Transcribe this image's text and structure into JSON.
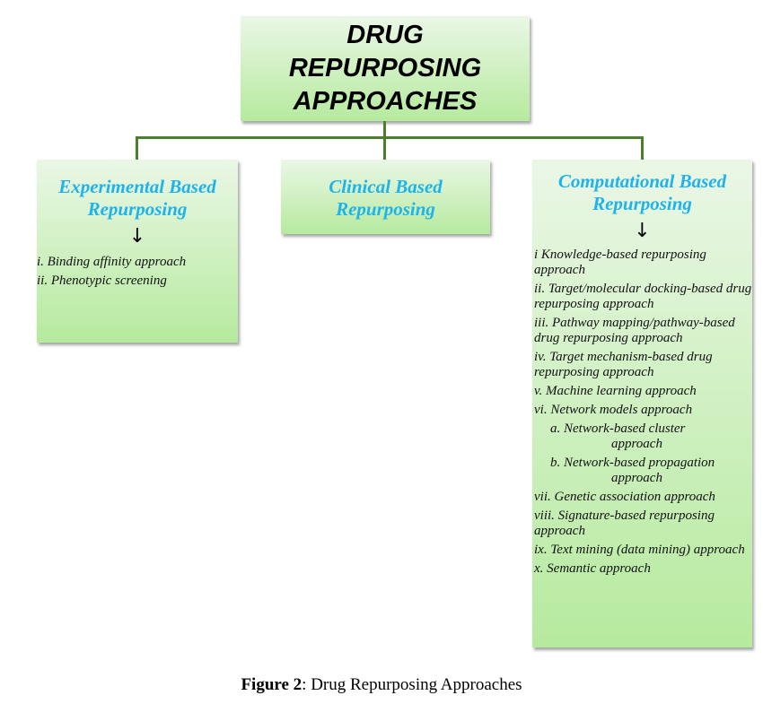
{
  "title": "DRUG REPURPOSING APPROACHES",
  "branches": [
    {
      "heading": "Experimental Based Repurposing",
      "items": [
        "i. Binding affinity approach",
        "ii. Phenotypic screening"
      ]
    },
    {
      "heading": "Clinical Based Repurposing",
      "items": []
    },
    {
      "heading": "Computational Based Repurposing",
      "items": [
        "i Knowledge-based repurposing approach",
        "ii. Target/molecular docking-based drug repurposing approach",
        "iii. Pathway mapping/pathway-based drug repurposing approach",
        "iv. Target mechanism-based drug repurposing approach",
        "v. Machine learning approach",
        "vi. Network models approach",
        "a. Network-based cluster",
        "approach",
        "b. Network-based propagation",
        "approach",
        "vii. Genetic association approach",
        "viii. Signature-based repurposing approach",
        "ix. Text mining (data mining) approach",
        "x. Semantic approach"
      ]
    }
  ],
  "arrow_glyph": "↓",
  "caption": {
    "label": "Figure 2",
    "text": ": Drug Repurposing Approaches"
  },
  "colors": {
    "heading": "#1eb3ea",
    "connector": "#4a7f2e",
    "box_top": "#eaf7e6",
    "box_bottom": "#b6ea9e"
  }
}
